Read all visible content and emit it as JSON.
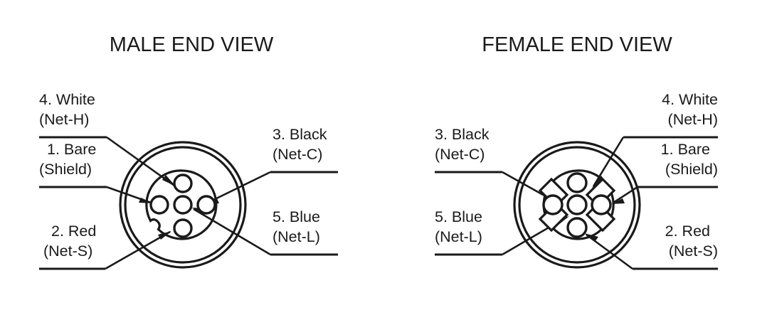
{
  "figure": {
    "kind": "connector-pinout-diagram",
    "background_color": "#ffffff",
    "line_color": "#1a1a1a",
    "panel_count": 2
  },
  "panels": [
    {
      "id": "male",
      "title": "MALE END VIEW",
      "connector": {
        "type": "5-pin circular connector, male end view",
        "outer_ring_count": 2,
        "pin_count": 5,
        "keyway": "notch on lower-left of inner body",
        "face_style": "plain inner body with round pins"
      },
      "callouts": [
        {
          "id": "male-4-white",
          "number": "4.",
          "color": "White",
          "net": "(Net-H)",
          "line1": "4. White",
          "line2": "(Net-H)",
          "side": "left",
          "points_to": "top pin"
        },
        {
          "id": "male-1-bare",
          "number": "1.",
          "color": "Bare",
          "net": "(Shield)",
          "line1": "1. Bare",
          "line2": "(Shield)",
          "side": "left",
          "points_to": "left pin"
        },
        {
          "id": "male-2-red",
          "number": "2.",
          "color": "Red",
          "net": "(Net-S)",
          "line1": "2. Red",
          "line2": "(Net-S)",
          "side": "left",
          "points_to": "bottom pin"
        },
        {
          "id": "male-3-black",
          "number": "3.",
          "color": "Black",
          "net": "(Net-C)",
          "line1": "3. Black",
          "line2": "(Net-C)",
          "side": "right",
          "points_to": "right pin"
        },
        {
          "id": "male-5-blue",
          "number": "5.",
          "color": "Blue",
          "net": "(Net-L)",
          "line1": "5. Blue",
          "line2": "(Net-L)",
          "side": "right",
          "points_to": "center pin"
        }
      ]
    },
    {
      "id": "female",
      "title": "FEMALE END VIEW",
      "connector": {
        "type": "5-pin circular connector, female end view",
        "outer_ring_count": 2,
        "pin_count": 5,
        "keyway": "notch on lower-right of inner body",
        "face_style": "X-shaped cross recess with round sockets"
      },
      "callouts": [
        {
          "id": "female-3-black",
          "number": "3.",
          "color": "Black",
          "net": "(Net-C)",
          "line1": "3. Black",
          "line2": "(Net-C)",
          "side": "left",
          "points_to": "left socket"
        },
        {
          "id": "female-5-blue",
          "number": "5.",
          "color": "Blue",
          "net": "(Net-L)",
          "line1": "5. Blue",
          "line2": "(Net-L)",
          "side": "left",
          "points_to": "center socket"
        },
        {
          "id": "female-4-white",
          "number": "4.",
          "color": "White",
          "net": "(Net-H)",
          "line1": "4. White",
          "line2": "(Net-H)",
          "side": "right",
          "points_to": "top socket"
        },
        {
          "id": "female-1-bare",
          "number": "1.",
          "color": "Bare",
          "net": "(Shield)",
          "line1": "1. Bare",
          "line2": "(Shield)",
          "side": "right",
          "points_to": "right socket"
        },
        {
          "id": "female-2-red",
          "number": "2.",
          "color": "Red",
          "net": "(Net-S)",
          "line1": "2. Red",
          "line2": "(Net-S)",
          "side": "right",
          "points_to": "bottom socket"
        }
      ]
    }
  ],
  "pin_legend": [
    {
      "pin": "1",
      "color": "Bare",
      "net": "Shield"
    },
    {
      "pin": "2",
      "color": "Red",
      "net": "Net-S"
    },
    {
      "pin": "3",
      "color": "Black",
      "net": "Net-C"
    },
    {
      "pin": "4",
      "color": "White",
      "net": "Net-H"
    },
    {
      "pin": "5",
      "color": "Blue",
      "net": "Net-L"
    }
  ]
}
